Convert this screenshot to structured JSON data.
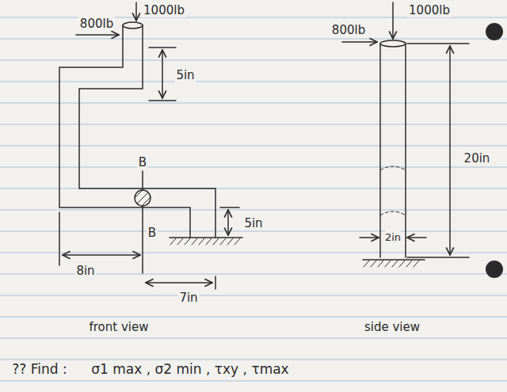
{
  "diagram": {
    "labels": [
      "800lb",
      "1000lb",
      "5in",
      "B",
      "B",
      "5in",
      "8in",
      "7in",
      "front view",
      "800lb",
      "1000lb",
      "20in",
      "2in",
      "side view",
      "?? Find :",
      "σ1 max , σ2 min , τxy , τmax"
    ]
  }
}
